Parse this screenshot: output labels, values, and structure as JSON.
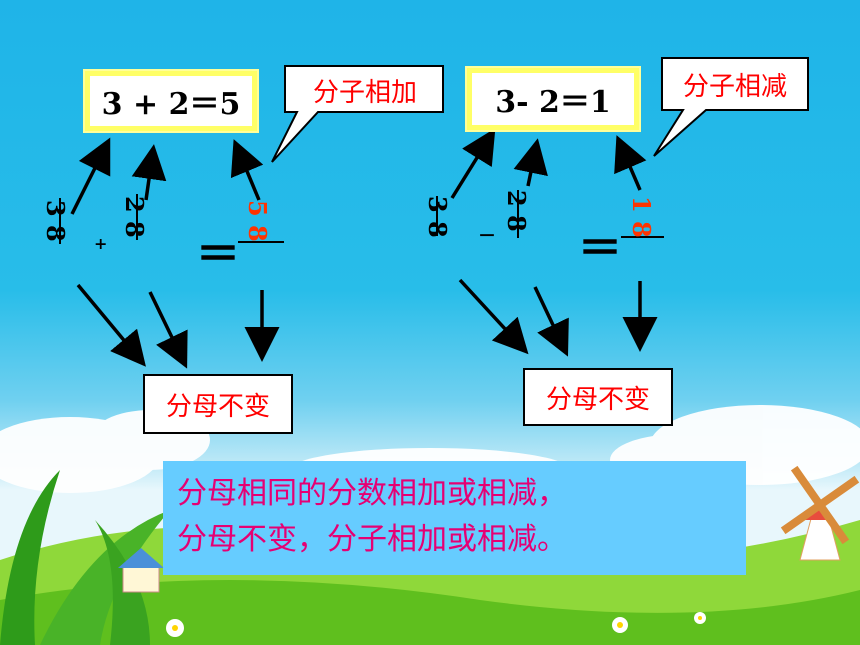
{
  "left": {
    "equation": "3 + 2＝5",
    "callout": "分子相加",
    "frac_a": "3 8",
    "frac_b": "2 8",
    "frac_result": "5 8",
    "operator": "+",
    "equals": "＝",
    "unchanged_label": "分母不变"
  },
  "right": {
    "equation": "3- 2＝1",
    "callout": "分子相减",
    "frac_a": "3 8",
    "frac_b": "2 8",
    "frac_result": "1 8",
    "operator": "－",
    "equals": "＝",
    "unchanged_label": "分母不变"
  },
  "summary": {
    "line1": "分母相同的分数相加或相减，",
    "line2": "分母不变，分子相加或相减。"
  },
  "colors": {
    "sky": "#22b6e8",
    "highlight": "#ff0000",
    "result_numerator": "#ff3300",
    "summary_bg": "#66ccff",
    "summary_text": "#e60073",
    "box_border": "#ffff66"
  }
}
